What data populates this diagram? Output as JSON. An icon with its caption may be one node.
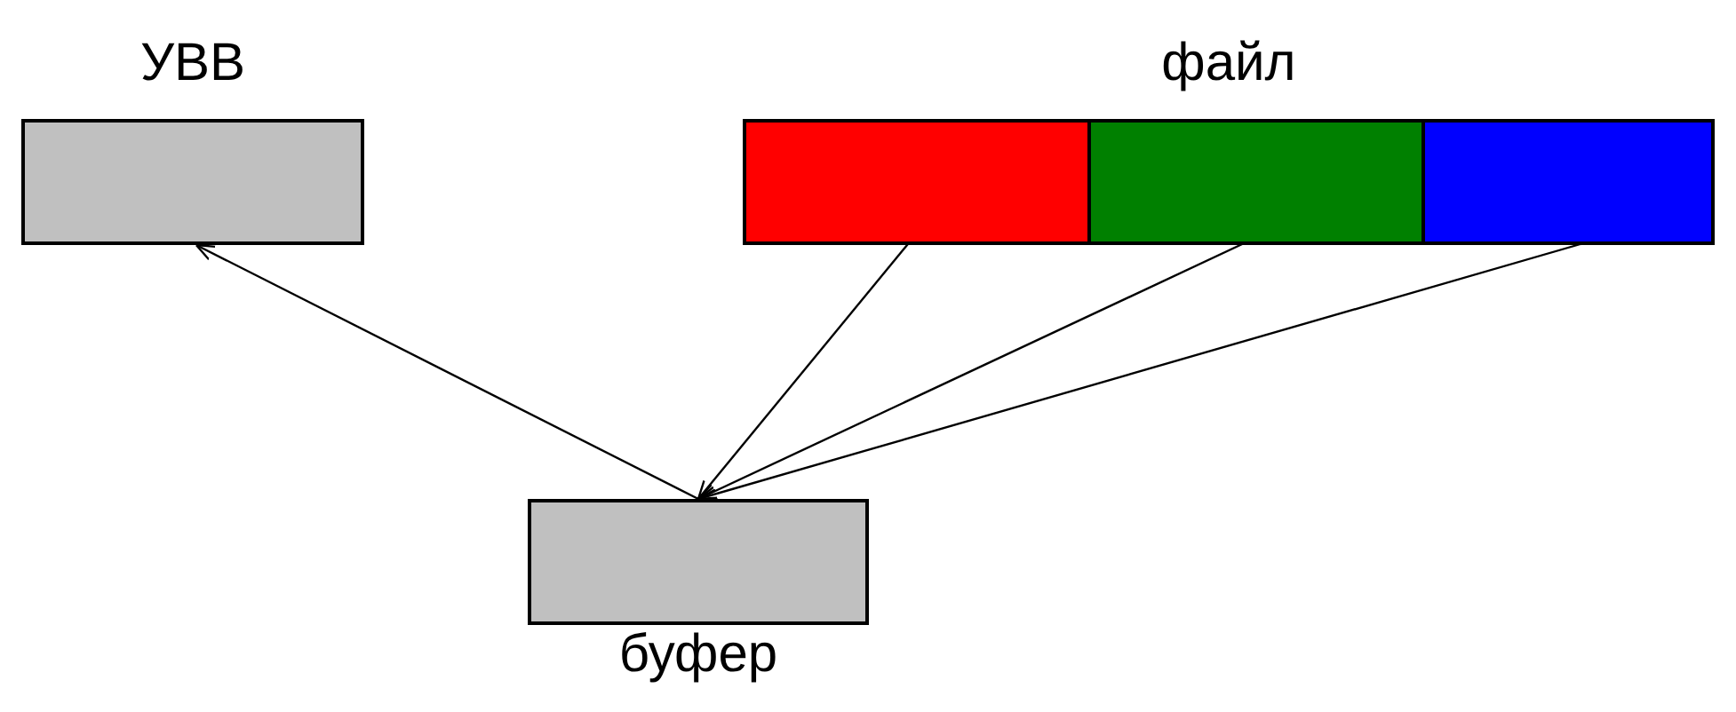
{
  "diagram": {
    "nodes": [
      {
        "text": [
          "УВВ"
        ]
      },
      {
        "text": [
          "файл"
        ]
      },
      {
        "text": [],
        "shape": "box",
        "in": 1
      },
      {
        "text": [],
        "shape": "box",
        "in": 1
      },
      {
        "text": [],
        "shape": "box",
        "in": 1
      },
      {
        "text": [
          "буфер"
        ]
      }
    ],
    "edges": [
      {
        "from": 5,
        "to": 0,
        "arrow": "to"
      },
      {
        "from": 2,
        "to": 5,
        "arrow": "to"
      },
      {
        "from": 3,
        "to": 5,
        "arrow": "to"
      },
      {
        "from": 4,
        "to": 5,
        "arrow": "to"
      }
    ]
  }
}
